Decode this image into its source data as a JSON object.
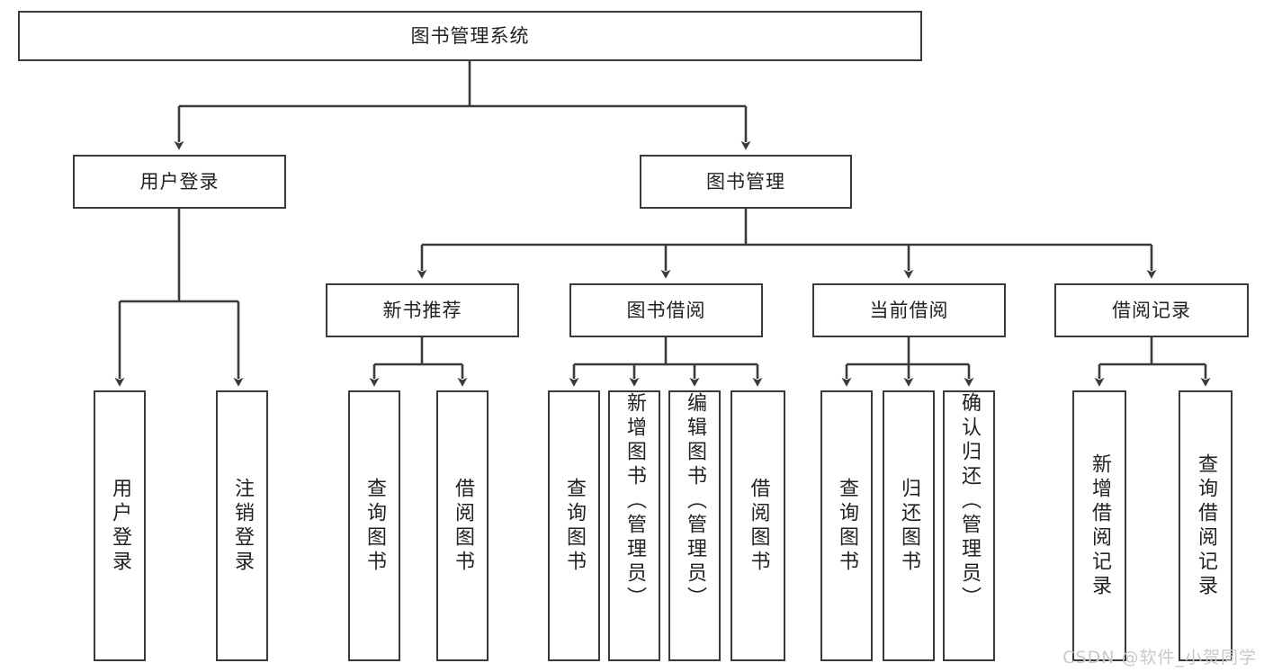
{
  "diagram": {
    "type": "tree",
    "title": "图书管理系统",
    "root": {
      "label": "图书管理系统"
    },
    "level2": [
      {
        "label": "用户登录"
      },
      {
        "label": "图书管理"
      }
    ],
    "level3": [
      {
        "label": "新书推荐"
      },
      {
        "label": "图书借阅"
      },
      {
        "label": "当前借阅"
      },
      {
        "label": "借阅记录"
      }
    ],
    "leaves": {
      "user_login": [
        {
          "label": "用户登录"
        },
        {
          "label": "注销登录"
        }
      ],
      "new_book": [
        {
          "label": "查询图书"
        },
        {
          "label": "借阅图书"
        }
      ],
      "book_borrow": [
        {
          "label": "查询图书"
        },
        {
          "label": "新增图书（管理员）"
        },
        {
          "label": "编辑图书（管理员）"
        },
        {
          "label": "借阅图书"
        }
      ],
      "current_borrow": [
        {
          "label": "查询图书"
        },
        {
          "label": "归还图书"
        },
        {
          "label": "确认归还（管理员）"
        }
      ],
      "borrow_record": [
        {
          "label": "新增借阅记录"
        },
        {
          "label": "查询借阅记录"
        }
      ]
    }
  },
  "watermark": {
    "text": "CSDN @软件_小贺同学"
  },
  "colors": {
    "border": "#3a3a3a",
    "text": "#222222",
    "background": "#ffffff",
    "watermark": "#c9c9c9"
  }
}
